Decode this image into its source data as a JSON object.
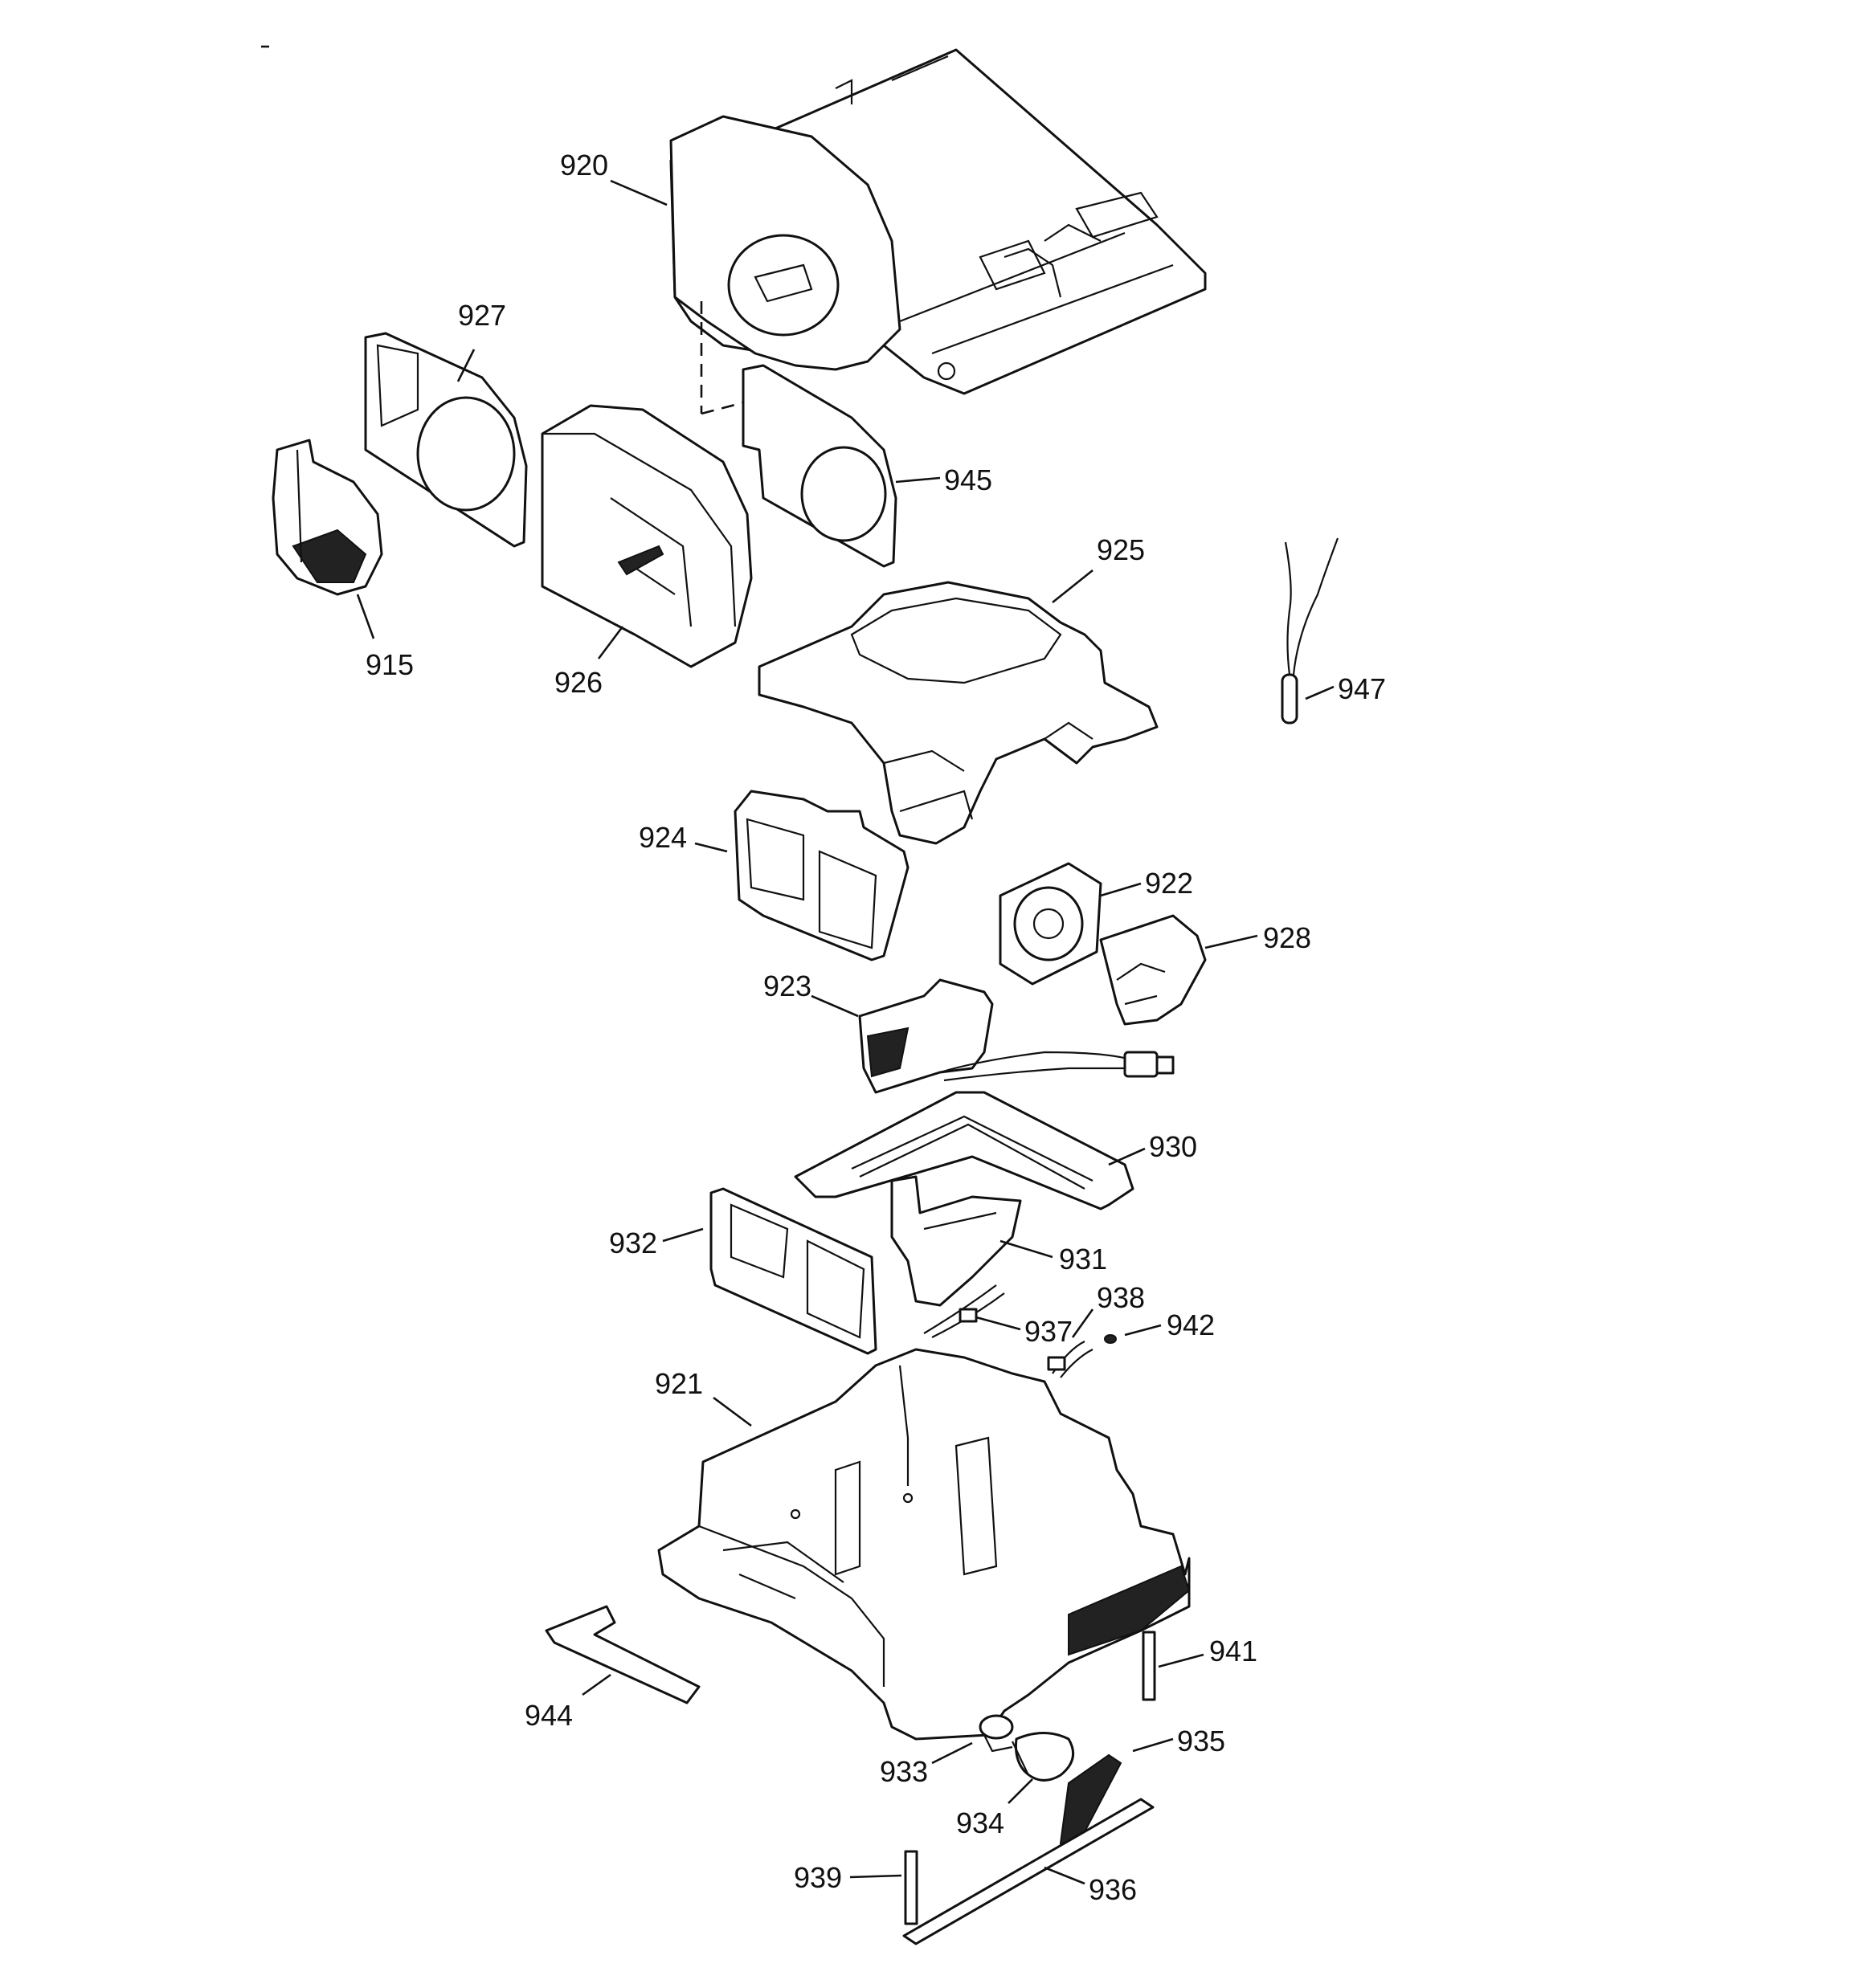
{
  "labels": {
    "p920": "920",
    "p927": "927",
    "p945": "945",
    "p925": "925",
    "p947": "947",
    "p915": "915",
    "p926": "926",
    "p924": "924",
    "p922": "922",
    "p928": "928",
    "p923": "923",
    "p930": "930",
    "p932": "932",
    "p931": "931",
    "p938": "938",
    "p937": "937",
    "p942": "942",
    "p921": "921",
    "p941": "941",
    "p944": "944",
    "p935": "935",
    "p933": "933",
    "p934": "934",
    "p939": "939",
    "p936": "936"
  },
  "colors": {
    "line": "#111111",
    "background": "#ffffff"
  }
}
